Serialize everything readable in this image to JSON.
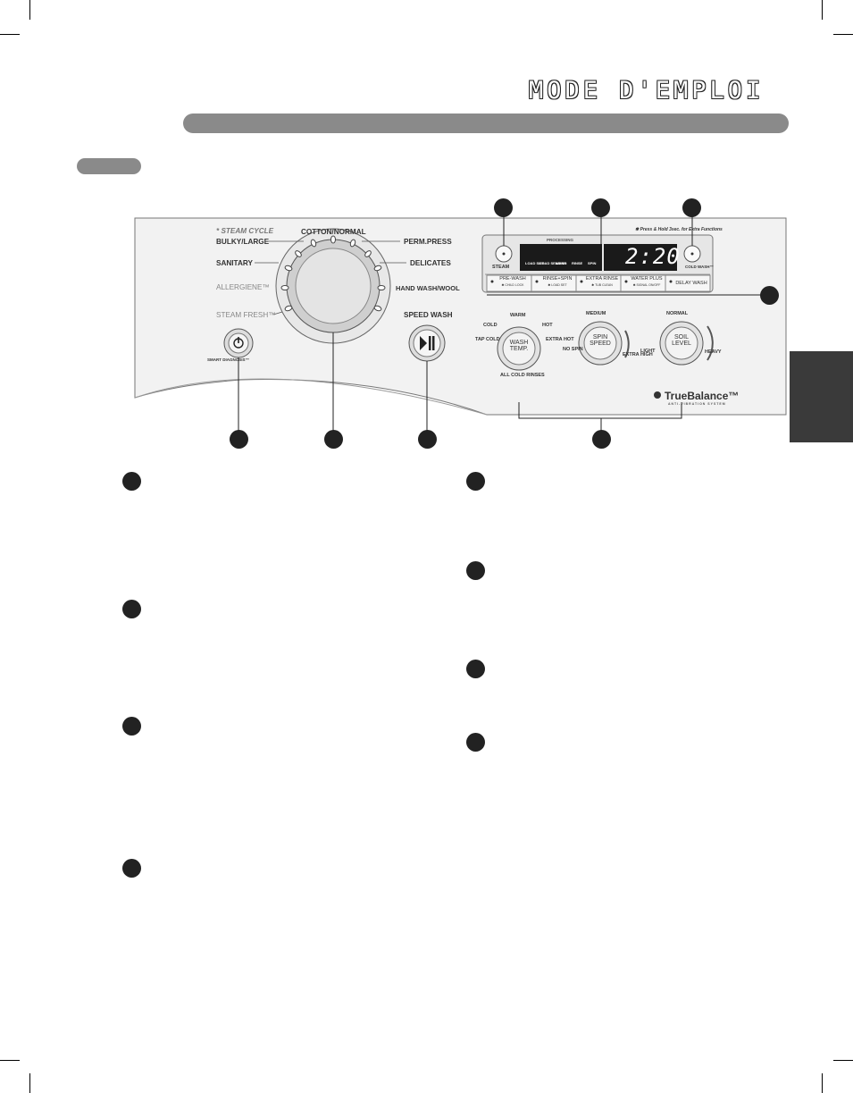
{
  "header": {
    "title": "MODE D'EMPLOI"
  },
  "panel": {
    "steam_cycle_header": "* STEAM CYCLE",
    "cycles_left": [
      "BULKY/LARGE",
      "SANITARY",
      "ALLERGIENE™",
      "STEAM FRESH™"
    ],
    "cycle_top": "COTTON/NORMAL",
    "cycles_right": [
      "PERM.PRESS",
      "DELICATES",
      "HAND WASH/WOOL",
      "SPEED WASH"
    ],
    "smart_diagnosis": "SMART DIAGNOSIS™",
    "extra_functions_note": "✱ Press & Hold 3sec. for Extra Functions",
    "steam_label": "STEAM",
    "processing_label": "PROCESSING",
    "display_stages": [
      "LOAD SIZE",
      "LOAD SENSING",
      "WASH",
      "RINSE",
      "SPIN"
    ],
    "time_display": "2:20",
    "cold_wash_label": "COLD WASH™",
    "options": [
      {
        "main": "PRE-WASH",
        "sub": "✱ CHILD LOCK"
      },
      {
        "main": "RINSE+SPIN",
        "sub": "✱ LOAD SET"
      },
      {
        "main": "EXTRA RINSE",
        "sub": "✱ TUB CLEAN"
      },
      {
        "main": "WATER PLUS",
        "sub": "✱ SIGNAL ON/OFF"
      },
      {
        "main": "DELAY WASH",
        "sub": ""
      }
    ],
    "knobs": [
      {
        "label_line1": "WASH",
        "label_line2": "TEMP.",
        "settings": [
          "COLD",
          "WARM",
          "HOT",
          "TAP COLD",
          "EXTRA HOT"
        ]
      },
      {
        "label_line1": "SPIN",
        "label_line2": "SPEED",
        "settings": [
          "MEDIUM",
          "NO SPIN",
          "EXTRA HIGH"
        ]
      },
      {
        "label_line1": "SOIL",
        "label_line2": "LEVEL",
        "settings": [
          "NORMAL",
          "LIGHT",
          "HEAVY"
        ]
      }
    ],
    "all_cold_rinses": "ALL COLD RINSES",
    "brand": "TrueBalance™",
    "brand_sub": "ANTI-VIBRATION SYSTEM"
  }
}
